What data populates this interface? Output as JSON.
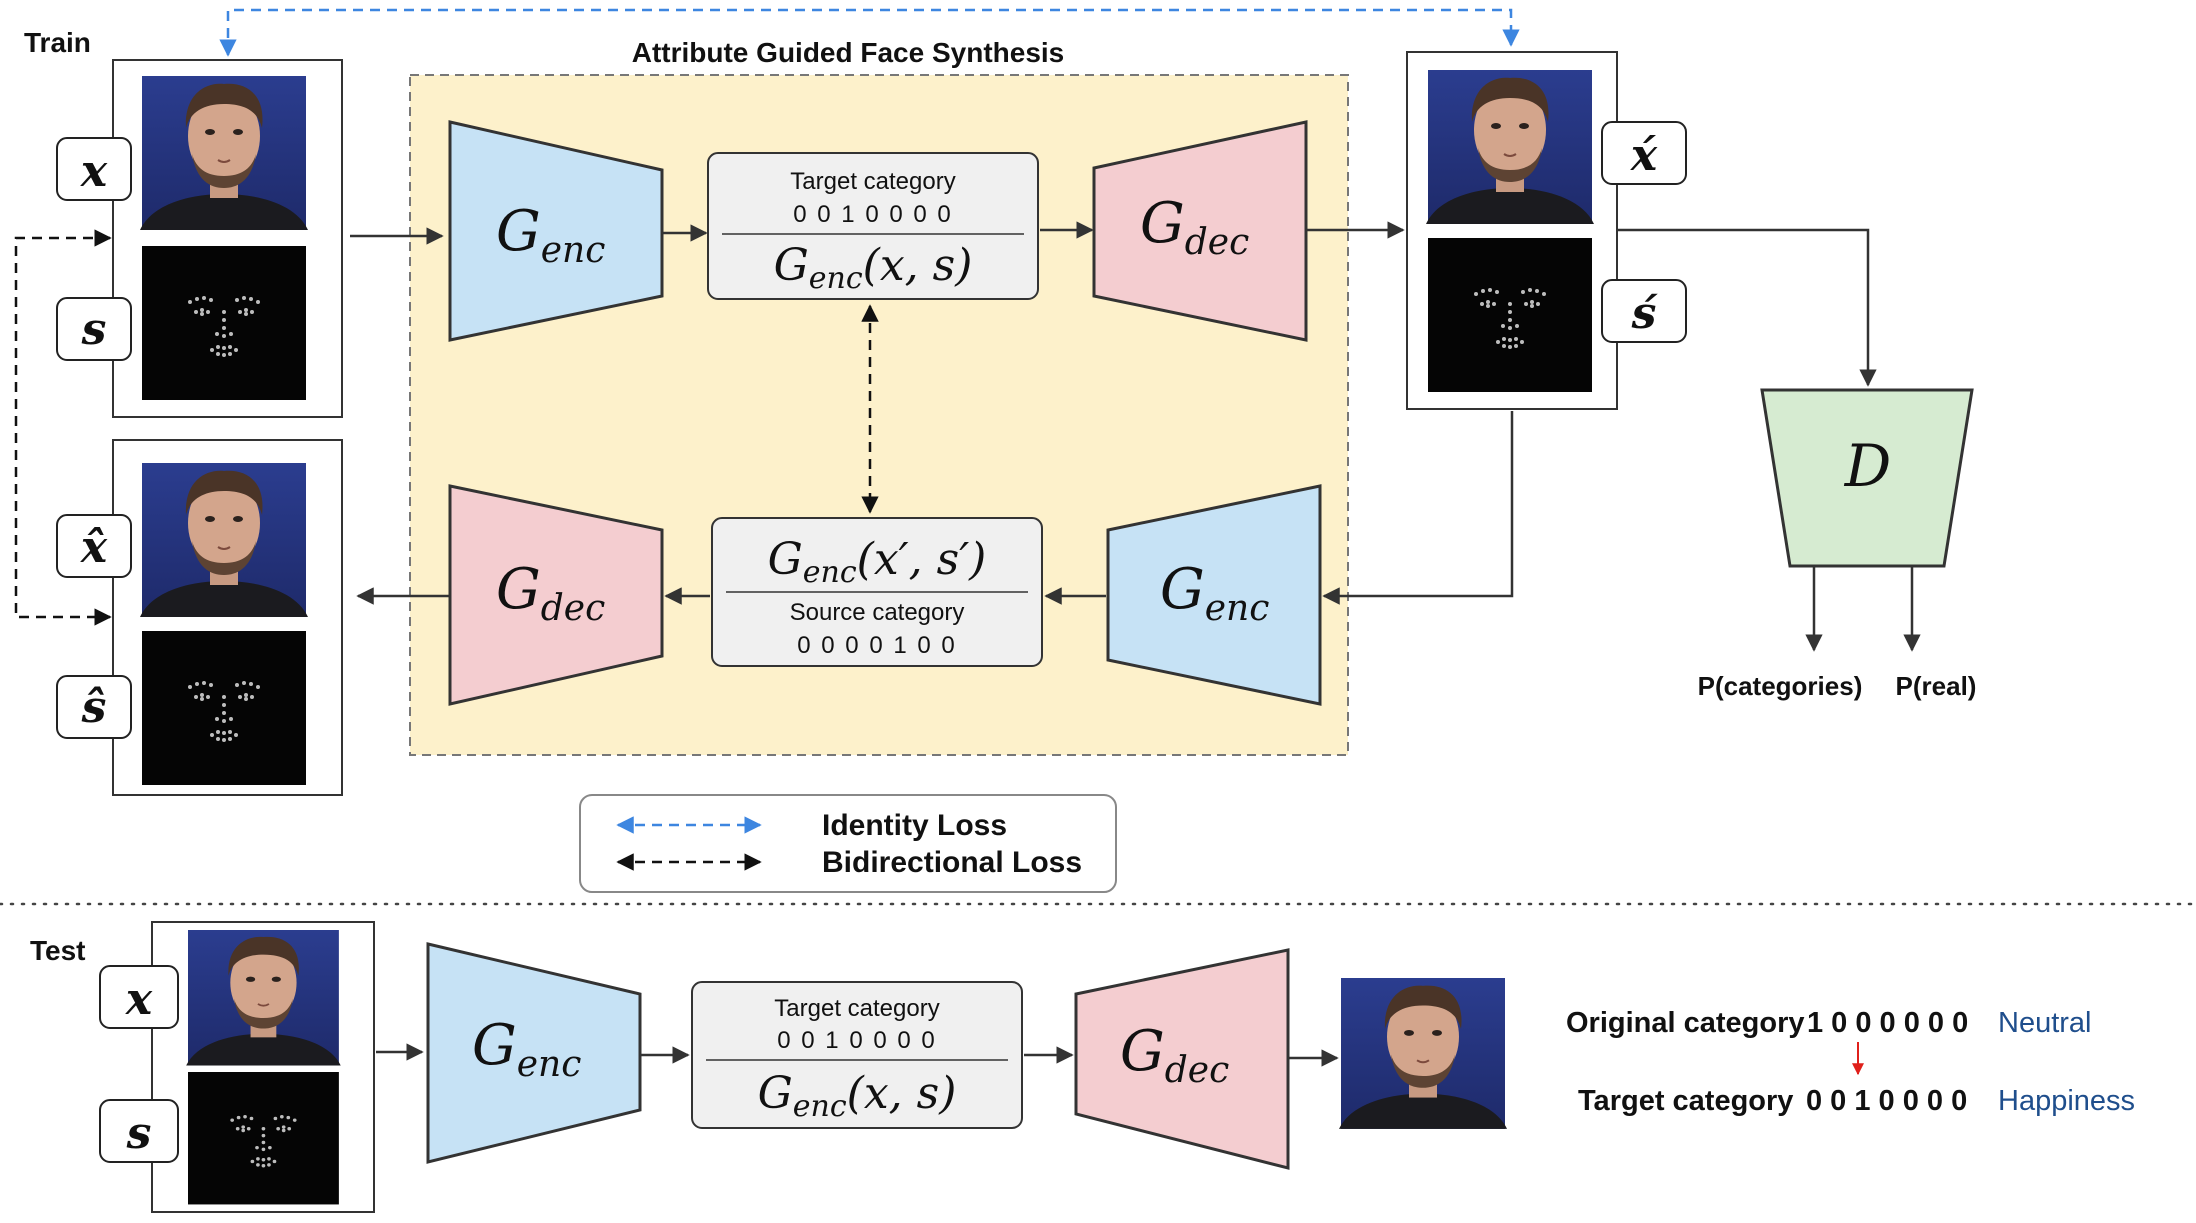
{
  "sections": {
    "train_label": "Train",
    "test_label": "Test"
  },
  "synthesis_title": "Attribute Guided Face Synthesis",
  "inputs": {
    "x": "x",
    "s": "s",
    "x_prime": "x́",
    "s_prime": "ś",
    "x_hat": "x̂",
    "s_hat": "ŝ"
  },
  "blocks": {
    "g": "G",
    "enc": "enc",
    "dec": "dec",
    "d": "D"
  },
  "latent_top": {
    "label": "Target category",
    "code": "0 0 1 0 0 0 0",
    "formula_g": "G",
    "formula_sub": "enc",
    "formula_args": "(x, s)"
  },
  "latent_bottom": {
    "label": "Source category",
    "code": "0 0 0 0 1 0 0",
    "formula_g": "G",
    "formula_sub": "enc",
    "formula_args": "(x′, s′)"
  },
  "latent_test": {
    "label": "Target category",
    "code": "0 0 1 0 0 0 0",
    "formula_g": "G",
    "formula_sub": "enc",
    "formula_args": "(x, s)"
  },
  "discriminator_outputs": {
    "categories": "P(categories)",
    "real": "P(real)"
  },
  "legend": {
    "identity": "Identity Loss",
    "bidirectional": "Bidirectional Loss"
  },
  "categories": {
    "original_label": "Original category",
    "original_code": "1 0 0 0 0 0 0",
    "original_name": "Neutral",
    "target_label": "Target category",
    "target_code": "0 0 1 0 0 0 0",
    "target_name": "Happiness"
  },
  "colors": {
    "encoder_fill": "#c6e2f5",
    "decoder_fill": "#f4cdd0",
    "discriminator_fill": "#d6ebd1",
    "synthesis_fill": "#fdf1cb",
    "latent_fill": "#f0f0f0",
    "identity_arrow": "#3d86e0",
    "class_name": "#1f4e8c",
    "change_arrow": "#e0201b"
  }
}
